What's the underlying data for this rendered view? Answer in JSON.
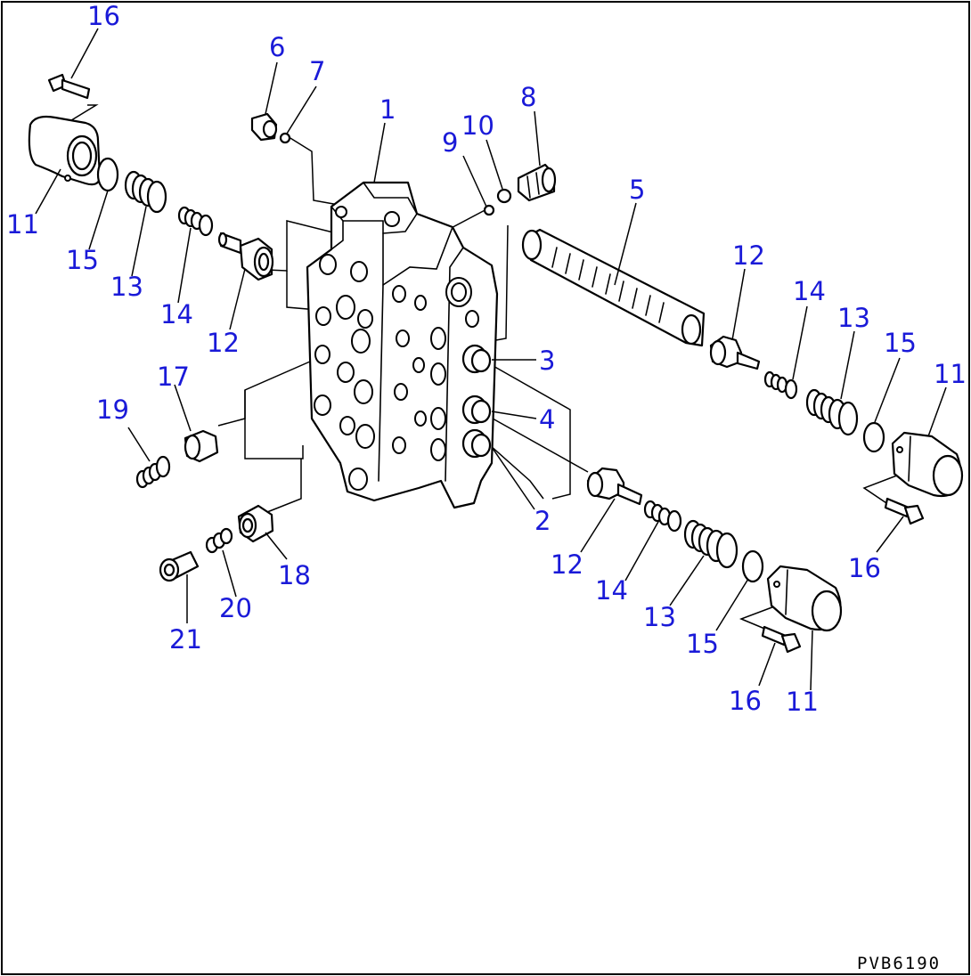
{
  "drawing_code": "PVB6190",
  "colors": {
    "callout": "#1a1ad8",
    "line": "#000000",
    "paper": "#ffffff"
  },
  "callouts": {
    "c1": "1",
    "c2": "2",
    "c3": "3",
    "c4": "4",
    "c5": "5",
    "c6": "6",
    "c7": "7",
    "c8": "8",
    "c9": "9",
    "c10": "10",
    "c11a": "11",
    "c11b": "11",
    "c11c": "11",
    "c12a": "12",
    "c12b": "12",
    "c12c": "12",
    "c13a": "13",
    "c13b": "13",
    "c13c": "13",
    "c14a": "14",
    "c14b": "14",
    "c14c": "14",
    "c15a": "15",
    "c15b": "15",
    "c15c": "15",
    "c16a": "16",
    "c16b": "16",
    "c16c": "16",
    "c17": "17",
    "c18": "18",
    "c19": "19",
    "c20": "20",
    "c21": "21"
  }
}
